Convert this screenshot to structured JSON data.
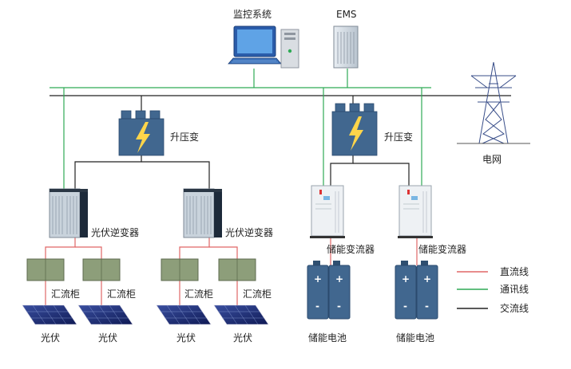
{
  "labels": {
    "monitor": "监控系统",
    "ems": "EMS",
    "transformer": "升压变",
    "grid": "电网",
    "pv_inverter": "光伏逆变器",
    "combiner_box": "汇流柜",
    "pv": "光伏",
    "pcs": "储能变流器",
    "battery": "储能电池"
  },
  "legend": [
    {
      "label": "直流线",
      "color": "#e06666"
    },
    {
      "label": "通讯线",
      "color": "#2eaa55"
    },
    {
      "label": "交流线",
      "color": "#222222"
    }
  ],
  "battery_signs": {
    "plus": "+",
    "minus": "-"
  },
  "colors": {
    "dc_line": "#e06666",
    "comm_line": "#2eaa55",
    "ac_line": "#222222",
    "equipment_blue": "#41678f",
    "combiner_green": "#8d9e7a"
  }
}
